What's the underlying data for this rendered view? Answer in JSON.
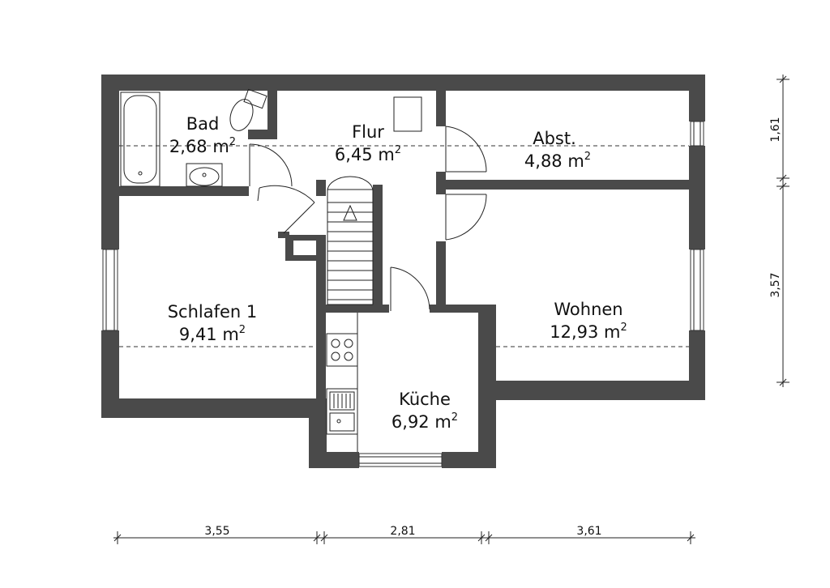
{
  "rooms": {
    "bad": {
      "name": "Bad",
      "area": "2,68 m",
      "unit_sup": "2"
    },
    "flur": {
      "name": "Flur",
      "area": "6,45 m",
      "unit_sup": "2"
    },
    "abst": {
      "name": "Abst.",
      "area": "4,88 m",
      "unit_sup": "2"
    },
    "schlafen": {
      "name": "Schlafen 1",
      "area": "9,41 m",
      "unit_sup": "2"
    },
    "wohnen": {
      "name": "Wohnen",
      "area": "12,93 m",
      "unit_sup": "2"
    },
    "kueche": {
      "name": "Küche",
      "area": "6,92 m",
      "unit_sup": "2"
    }
  },
  "dimensions": {
    "horizontal": [
      "3,55",
      "2,81",
      "3,61"
    ],
    "vertical": [
      "1,61",
      "3,57"
    ]
  },
  "colors": {
    "wall": "#4a4a4a",
    "line": "#222222"
  }
}
